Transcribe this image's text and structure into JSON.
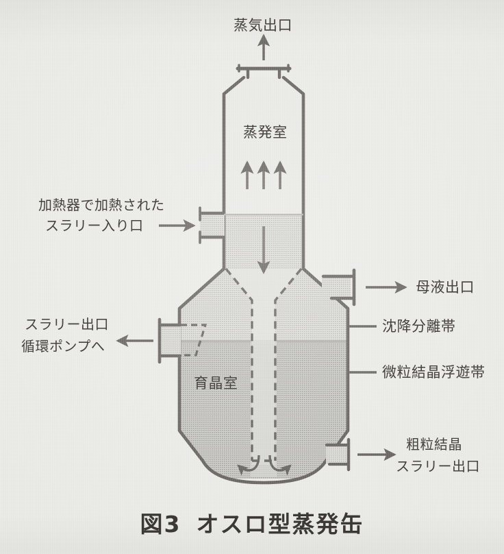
{
  "figure": {
    "caption_number": "図3",
    "caption_title": "オスロ型蒸発缶",
    "background_color": "#e9e9e5",
    "ink_color": "#4a4540"
  },
  "labels": {
    "vapor_outlet": "蒸気出口",
    "evaporation_chamber": "蒸発室",
    "heated_slurry_inlet_line1": "加熱器で加熱された",
    "heated_slurry_inlet_line2": "スラリー入り口",
    "mother_liquor_outlet": "母液出口",
    "settling_separation_zone": "沈降分離帯",
    "fine_crystal_suspension_zone": "微粒結晶浮遊帯",
    "slurry_outlet_line1": "スラリー出口",
    "slurry_outlet_line2": "循環ポンプへ",
    "crystal_growth_chamber": "育晶室",
    "coarse_crystal_outlet_line1": "粗粒結晶",
    "coarse_crystal_outlet_line2": "スラリー出口"
  },
  "diagram_elements": {
    "vapor_nozzle": "top-flanged-nozzle",
    "inlet_nozzle": "left-flanged-nozzle",
    "mother_liquor_nozzle": "upper-right-flanged-nozzle",
    "slurry_outlet_nozzle": "left-lower-flanged-nozzle",
    "coarse_crystal_nozzle": "lower-right-flanged-nozzle",
    "downcomer": "central-dashed-downcomer-tube",
    "vapor_arrows_count": 3,
    "downflow_arrows_count": 1,
    "bottom_recirculation_arrows_count": 2
  },
  "zones": {
    "vapor_space_fill": "#e6e6e2",
    "liquid_upper_fill": "#d2d2cd",
    "liquid_lower_fill": "#bdbdb8",
    "downcomer_fill": "#dedeDA"
  }
}
